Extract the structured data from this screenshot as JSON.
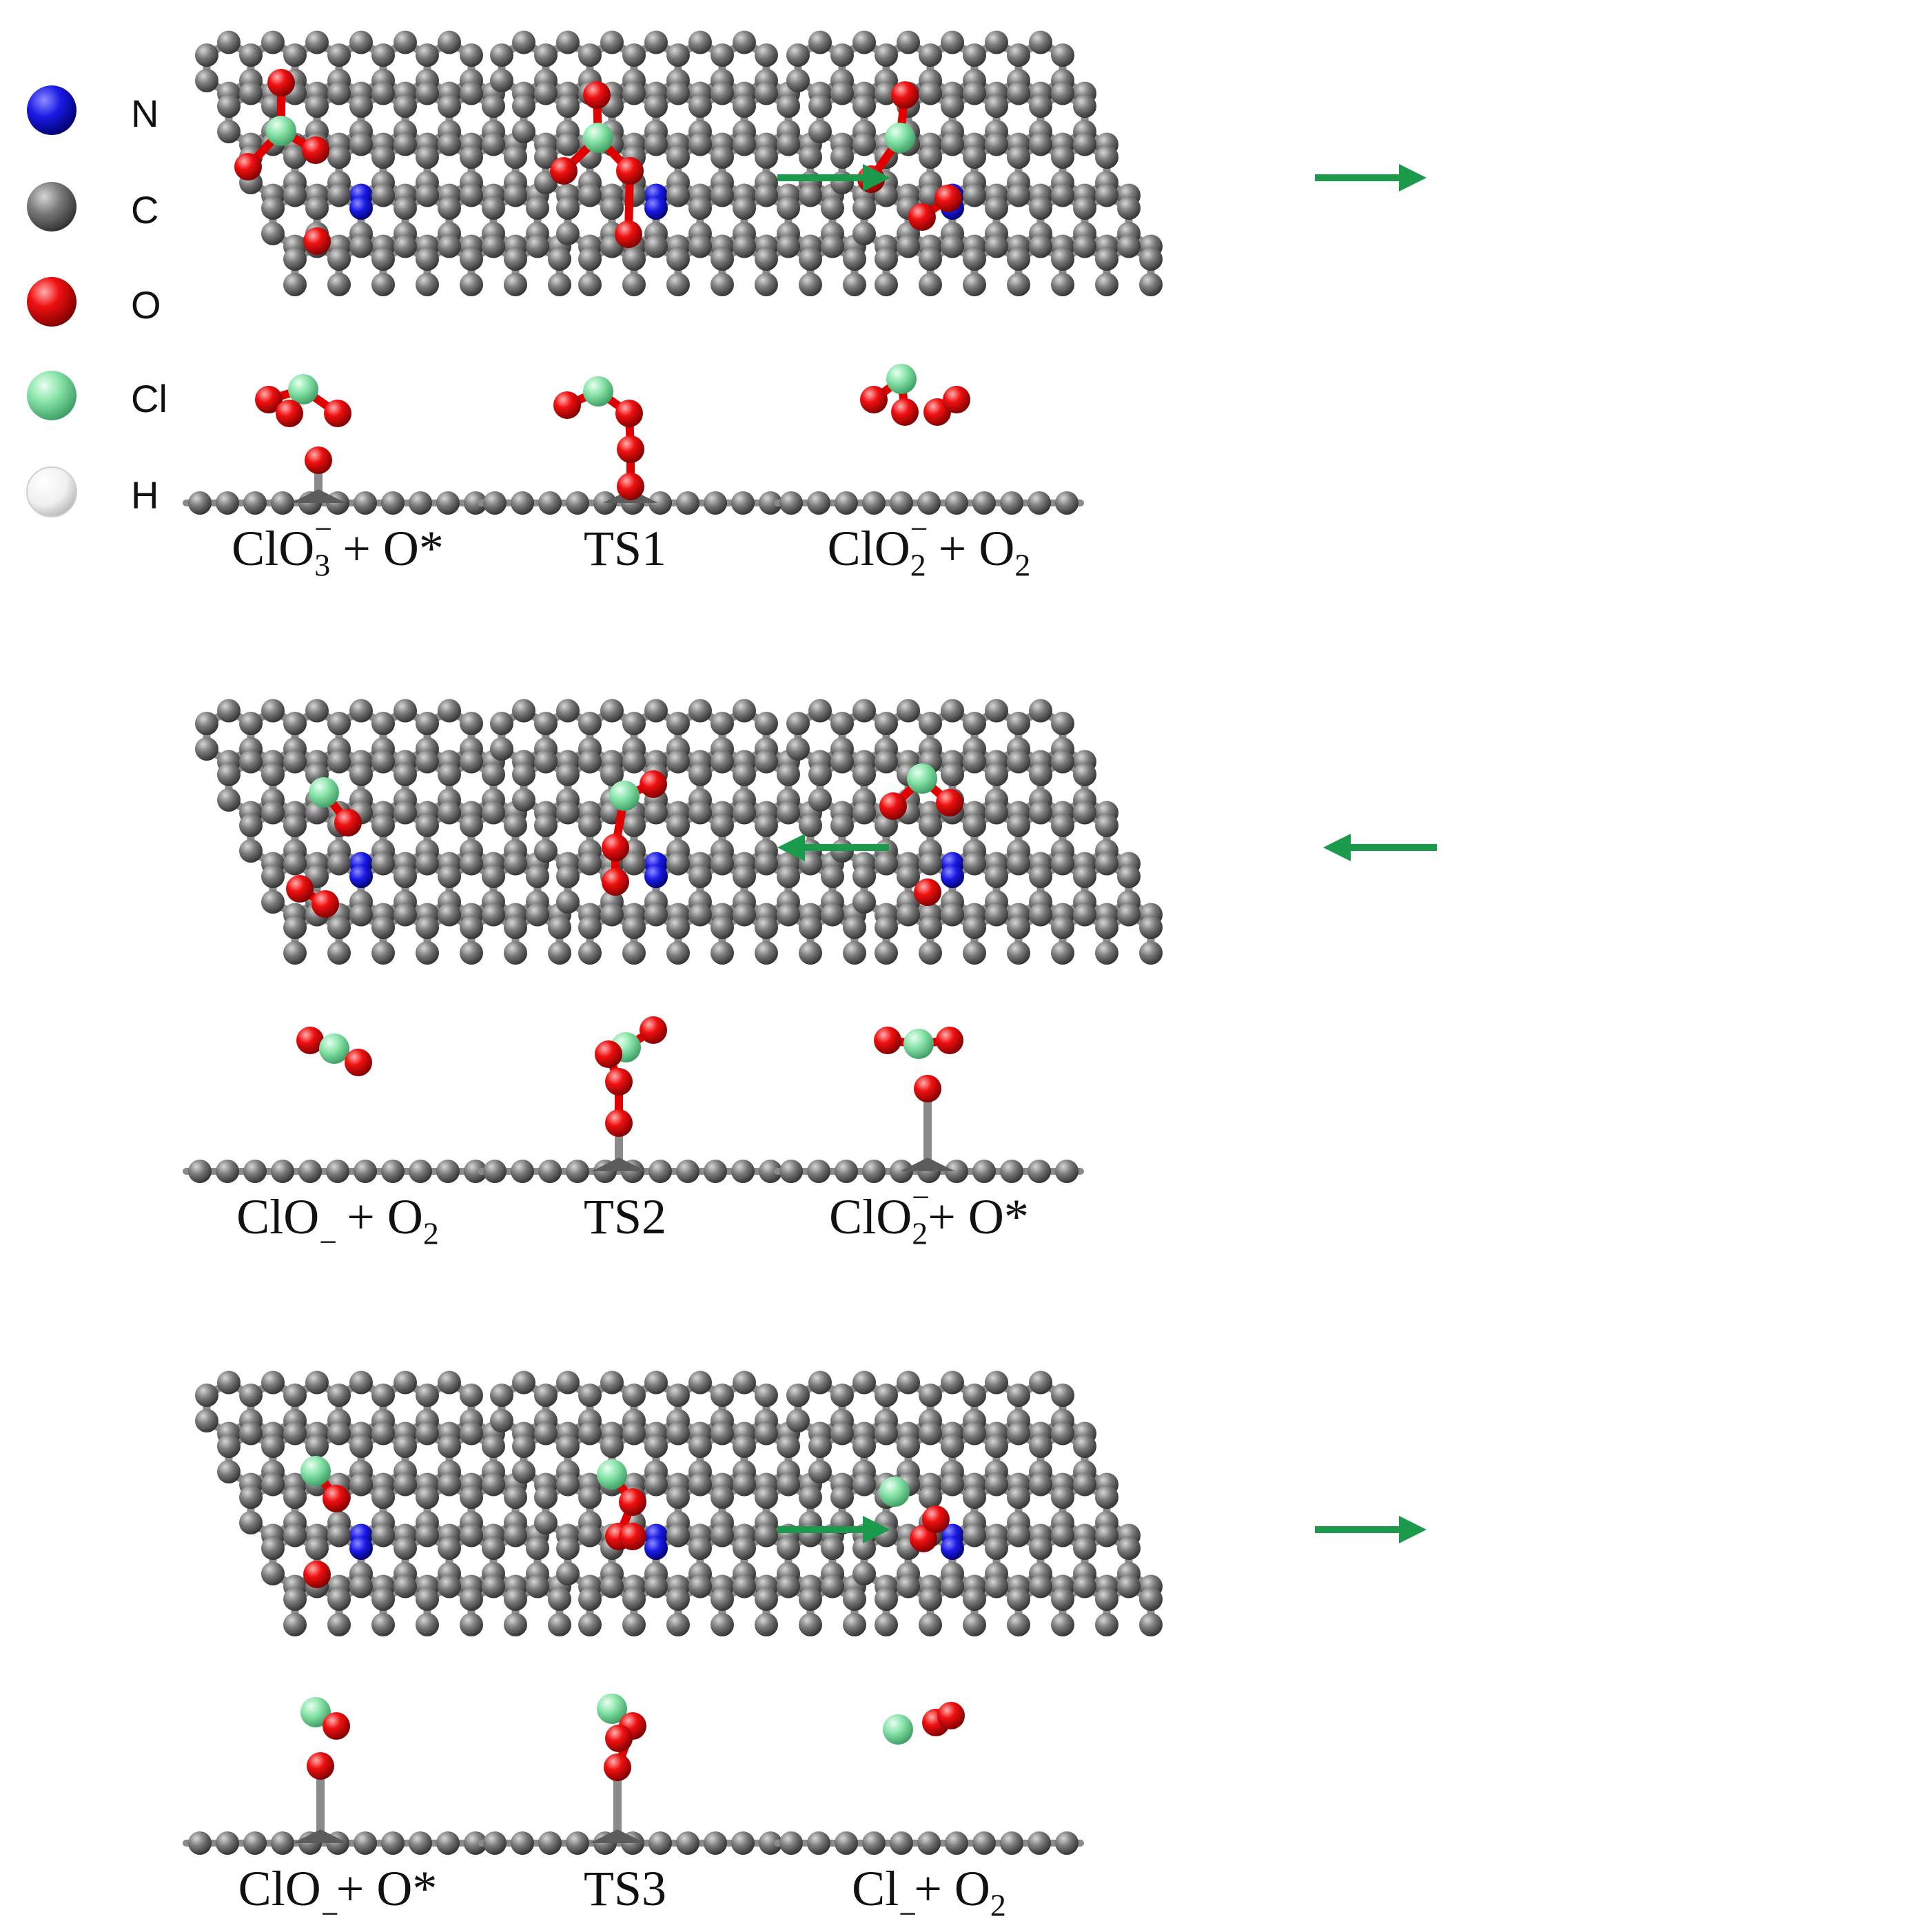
{
  "colors": {
    "N": "#1010d8",
    "C": "#7a7a7a",
    "O": "#e00000",
    "Cl": "#7de0a0",
    "H": "#f2f2f2",
    "arrow": "#1a9a4a",
    "bond": "#8a8a8a"
  },
  "legend": [
    {
      "symbol": "N",
      "label": "N"
    },
    {
      "symbol": "C",
      "label": "C"
    },
    {
      "symbol": "O",
      "label": "O"
    },
    {
      "symbol": "Cl",
      "label": "Cl"
    },
    {
      "symbol": "H",
      "label": "H"
    }
  ],
  "rows": [
    {
      "flow": "right",
      "panels": [
        {
          "id": "p1",
          "label_parts": [
            "ClO",
            "3",
            "−",
            " + O*"
          ]
        },
        {
          "id": "p2",
          "label_parts": [
            "TS1",
            "",
            "",
            ""
          ]
        },
        {
          "id": "p3",
          "label_parts": [
            "ClO",
            "2",
            "−",
            " + O",
            "2"
          ]
        }
      ]
    },
    {
      "flow": "left",
      "panels": [
        {
          "id": "p4",
          "label_parts": [
            "ClO",
            "",
            "−",
            " + O",
            "2"
          ]
        },
        {
          "id": "p5",
          "label_parts": [
            "TS2",
            "",
            "",
            ""
          ]
        },
        {
          "id": "p6",
          "label_parts": [
            "ClO",
            "2",
            "−",
            "+ O*"
          ]
        }
      ]
    },
    {
      "flow": "right",
      "panels": [
        {
          "id": "p7",
          "label_parts": [
            "ClO",
            "",
            "−",
            "+ O*"
          ]
        },
        {
          "id": "p8",
          "label_parts": [
            "TS3",
            "",
            "",
            ""
          ]
        },
        {
          "id": "p9",
          "label_parts": [
            "Cl",
            "",
            "−",
            "+ O",
            "2"
          ]
        }
      ]
    }
  ]
}
